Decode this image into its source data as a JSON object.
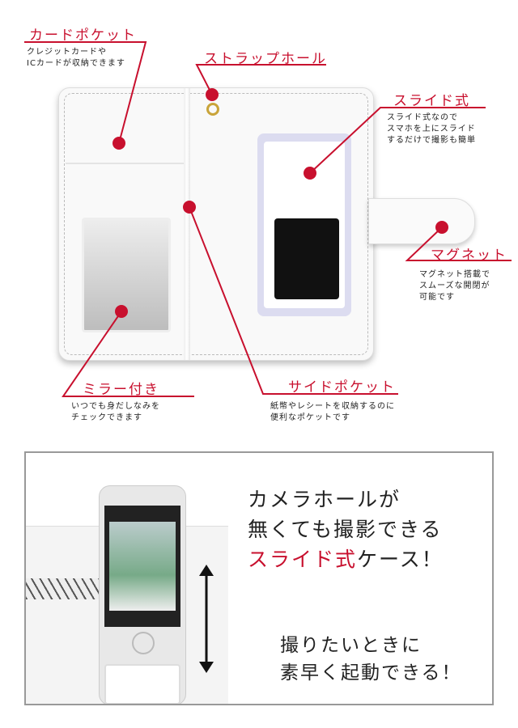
{
  "callouts": {
    "card_pocket": {
      "title": "カードポケット",
      "desc": "クレジットカードや\nICカードが収納できます"
    },
    "strap_hole": {
      "title": "ストラップホール"
    },
    "slide": {
      "title": "スライド式",
      "desc": "スライド式なので\nスマホを上にスライド\nするだけで撮影も簡単"
    },
    "magnet": {
      "title": "マグネット",
      "desc": "マグネット搭載で\nスムーズな開閉が\n可能です"
    },
    "mirror": {
      "title": "ミラー付き",
      "desc": "いつでも身だしなみを\nチェックできます"
    },
    "side_pocket": {
      "title": "サイドポケット",
      "desc": "紙幣やレシートを収納するのに\n便利なポケットです"
    }
  },
  "promo": {
    "line1": "カメラホールが",
    "line2": "無くても撮影できる",
    "line3_accent": "スライド式",
    "line3_rest": "ケース！",
    "line4": "撮りたいときに",
    "line5": "素早く起動できる！"
  },
  "colors": {
    "accent": "#c8102e",
    "frame": "#999999"
  }
}
